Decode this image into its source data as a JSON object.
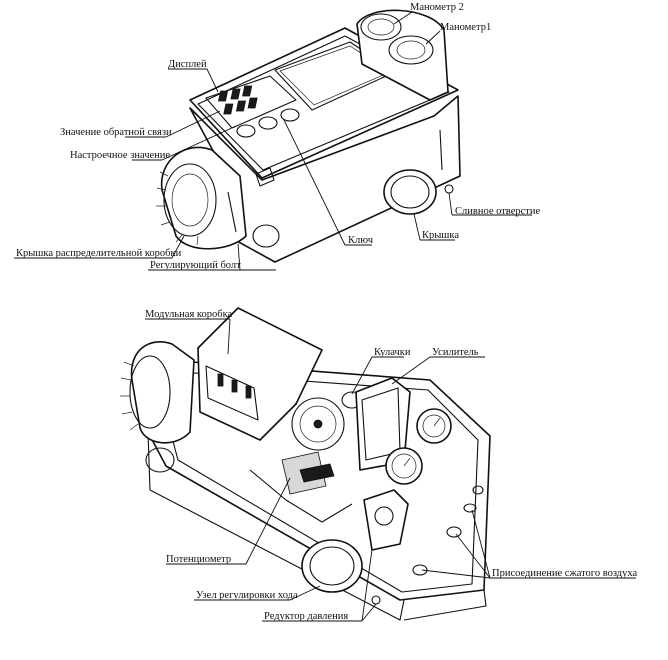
{
  "top_diagram": {
    "labels": {
      "manometer2": "Манометр 2",
      "manometer1": "Манометр1",
      "display": "Дисплей",
      "feedback_value": "Значение обратной связи",
      "setpoint_value": "Настроечное значение",
      "drain_hole": "Сливное отверстие",
      "cover": "Крышка",
      "key": "Ключ",
      "junction_box_cover": "Крышка распределительной коробки",
      "adjusting_bolt": "Регулирующий болт"
    }
  },
  "bottom_diagram": {
    "labels": {
      "module_box": "Модульная коробка",
      "cams": "Кулачки",
      "amplifier": "Усилитель",
      "potentiometer": "Потенциометр",
      "stroke_adjust_unit": "Узел регулировки хода",
      "pressure_reducer": "Редуктор давления",
      "air_connection": "Присоединение сжатого воздуха"
    }
  }
}
